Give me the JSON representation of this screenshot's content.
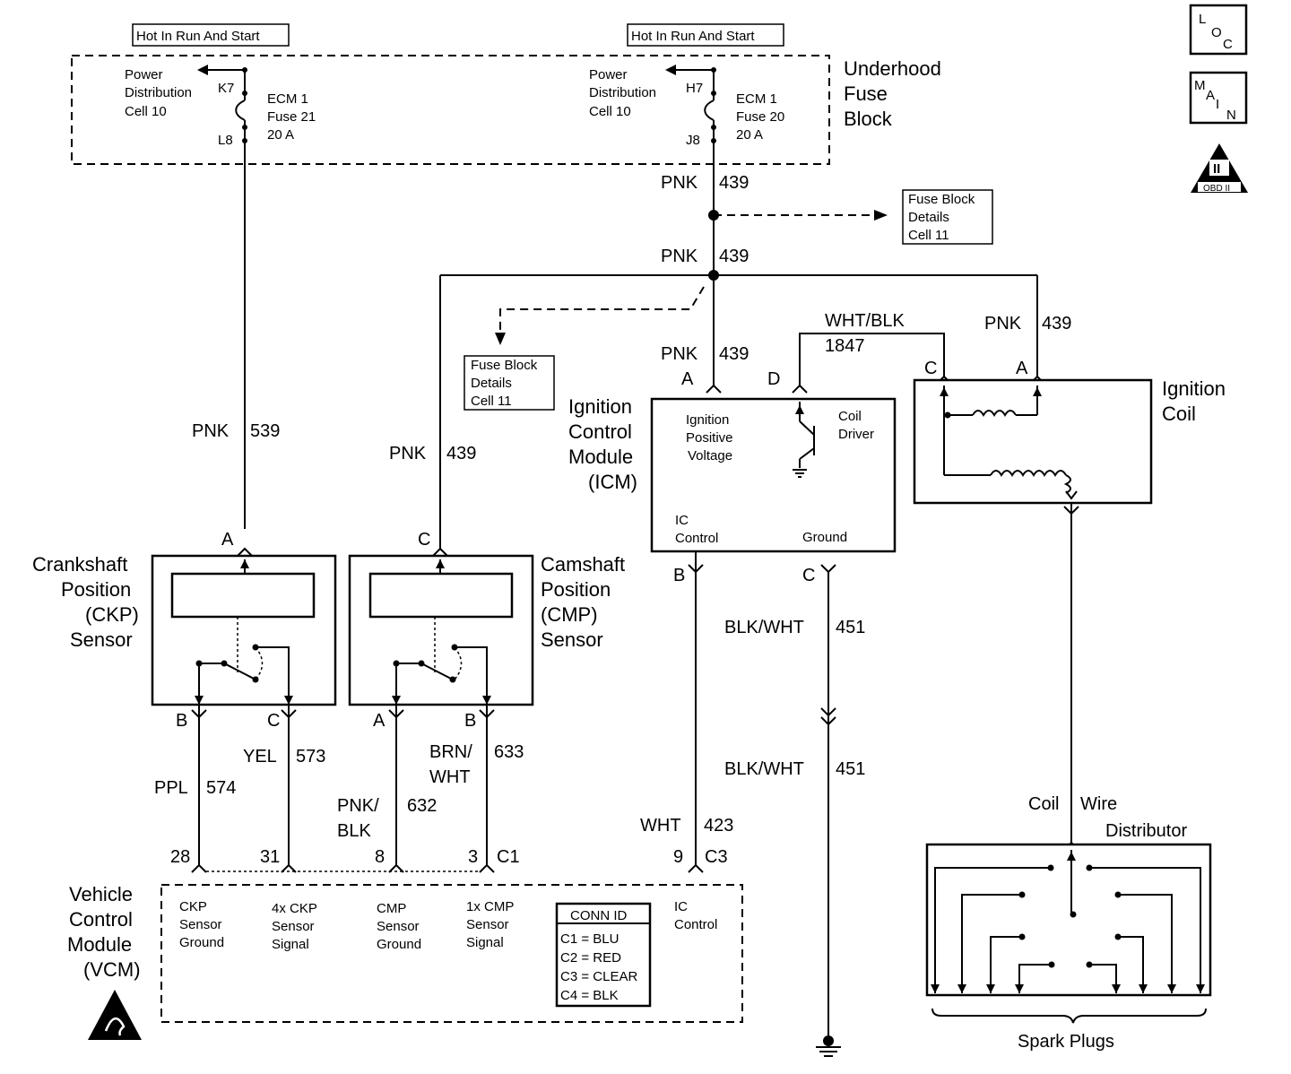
{
  "header": {
    "hot_left": "Hot In Run And Start",
    "hot_right": "Hot In Run And Start"
  },
  "icons": {
    "loc": [
      "L",
      "O",
      "C"
    ],
    "main": [
      "M",
      "A",
      "I",
      "N"
    ],
    "obd_top": "II",
    "obd_bottom": "OBD II"
  },
  "fuse_block": {
    "title": [
      "Underhood",
      "Fuse",
      "Block"
    ],
    "left": {
      "pd": [
        "Power",
        "Distribution",
        "Cell 10"
      ],
      "pin_top": "K7",
      "pin_bottom": "L8",
      "fuse": [
        "ECM 1",
        "Fuse 21",
        "20 A"
      ]
    },
    "right": {
      "pd": [
        "Power",
        "Distribution",
        "Cell 10"
      ],
      "pin_top": "H7",
      "pin_bottom": "J8",
      "fuse": [
        "ECM 1",
        "Fuse 20",
        "20 A"
      ]
    }
  },
  "fuse_details": [
    "Fuse Block",
    "Details",
    "Cell 11"
  ],
  "wires": {
    "pnk": "PNK",
    "n439": "439",
    "n539": "539",
    "wht_blk": "WHT/BLK",
    "n1847": "1847",
    "blk_wht": "BLK/WHT",
    "n451": "451",
    "ppl": "PPL",
    "n574": "574",
    "yel": "YEL",
    "n573": "573",
    "pnk_blk": [
      "PNK/",
      "BLK"
    ],
    "n632": "632",
    "brn_wht": [
      "BRN/",
      "WHT"
    ],
    "n633": "633",
    "wht": "WHT",
    "n423": "423"
  },
  "pins": {
    "A": "A",
    "B": "B",
    "C": "C",
    "D": "D"
  },
  "icm": {
    "title": [
      "Ignition",
      "Control",
      "Module",
      "(ICM)"
    ],
    "ipv": [
      "Ignition",
      "Positive",
      "Voltage"
    ],
    "coil_driver": [
      "Coil",
      "Driver"
    ],
    "ic_control": [
      "IC",
      "Control"
    ],
    "ground": "Ground"
  },
  "ignition_coil": {
    "title": [
      "Ignition",
      "Coil"
    ]
  },
  "ckp": {
    "title": [
      "Crankshaft",
      "Position",
      "(CKP)",
      "Sensor"
    ]
  },
  "cmp": {
    "title": [
      "Camshaft",
      "Position",
      "(CMP)",
      "Sensor"
    ]
  },
  "vcm": {
    "title": [
      "Vehicle",
      "Control",
      "Module",
      "(VCM)"
    ],
    "pins": {
      "p28": "28",
      "p31": "31",
      "p8": "8",
      "p3": "3",
      "c1": "C1",
      "p9": "9",
      "c3": "C3"
    },
    "ckp_ground": [
      "CKP",
      "Sensor",
      "Ground"
    ],
    "ckp_signal": [
      "4x CKP",
      "Sensor",
      "Signal"
    ],
    "cmp_ground": [
      "CMP",
      "Sensor",
      "Ground"
    ],
    "cmp_signal": [
      "1x CMP",
      "Sensor",
      "Signal"
    ],
    "ic_control": [
      "IC",
      "Control"
    ],
    "conn_id": {
      "title": "CONN ID",
      "rows": [
        "C1 = BLU",
        "C2 = RED",
        "C3 = CLEAR",
        "C4 = BLK"
      ]
    }
  },
  "coil_wire": [
    "Coil",
    "Wire"
  ],
  "distributor": "Distributor",
  "spark_plugs": "Spark Plugs"
}
